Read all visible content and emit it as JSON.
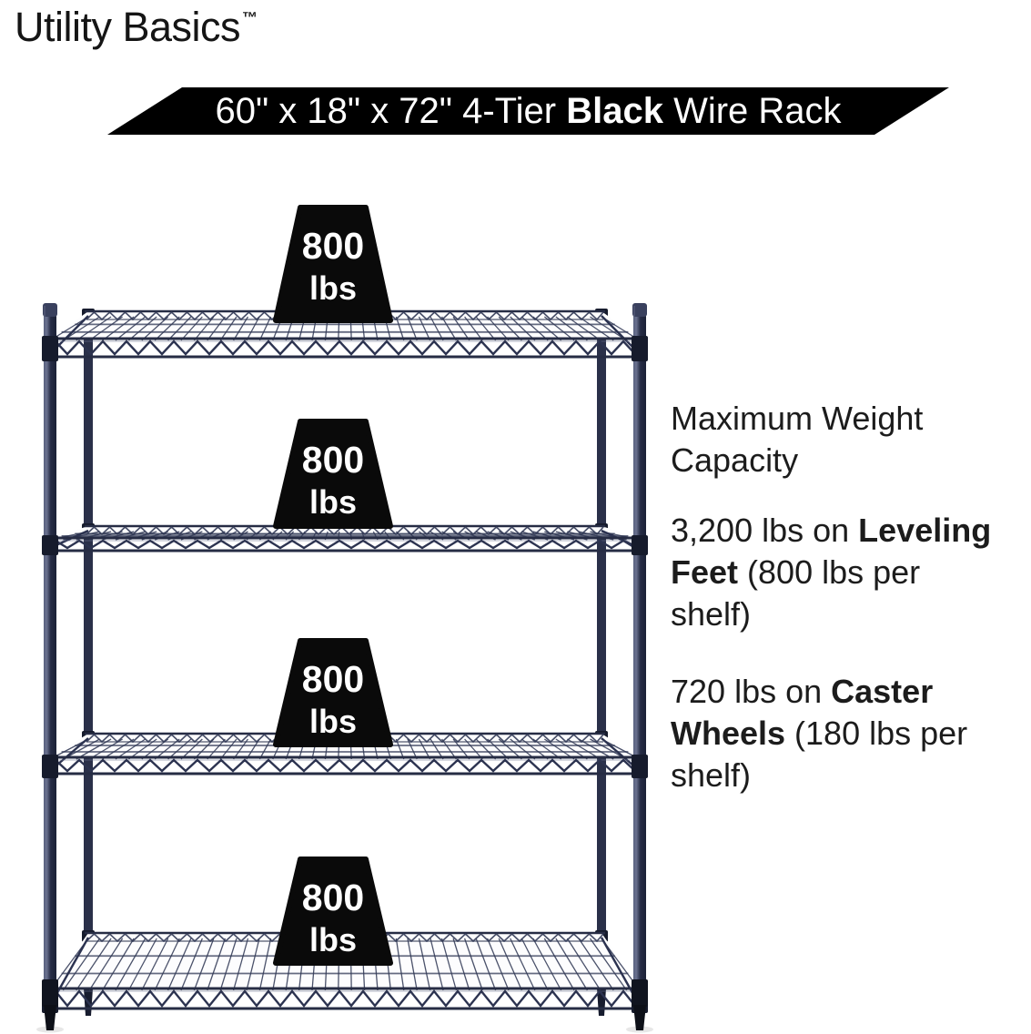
{
  "brand": {
    "name": "Utility Basics",
    "trademark": "™"
  },
  "banner": {
    "pre": "60\" x 18\" x 72\" 4-Tier ",
    "bold": "Black",
    "post": " Wire Rack"
  },
  "badges": [
    {
      "value": "800",
      "unit": "lbs"
    },
    {
      "value": "800",
      "unit": "lbs"
    },
    {
      "value": "800",
      "unit": "lbs"
    },
    {
      "value": "800",
      "unit": "lbs"
    }
  ],
  "info": {
    "heading_line1": "Maximum Weight",
    "heading_line2": "Capacity",
    "leveling": {
      "l1_normal": "3,200 lbs on ",
      "l1_bold": "Leveling",
      "l2_bold": "Feet",
      "l2_normal": " (800 lbs per",
      "l3": "shelf)"
    },
    "caster": {
      "l1_normal": "720 lbs on ",
      "l1_bold": "Caster",
      "l2_bold": "Wheels",
      "l2_normal": " (180 lbs per",
      "l3": "shelf)"
    }
  },
  "colors": {
    "banner_bg": "#000000",
    "badge_bg": "#0a0a0a",
    "text": "#1c1c1c",
    "rack_navy": "#323a56",
    "rack_dark": "#1b2136",
    "rack_highlight": "#6d7492"
  }
}
